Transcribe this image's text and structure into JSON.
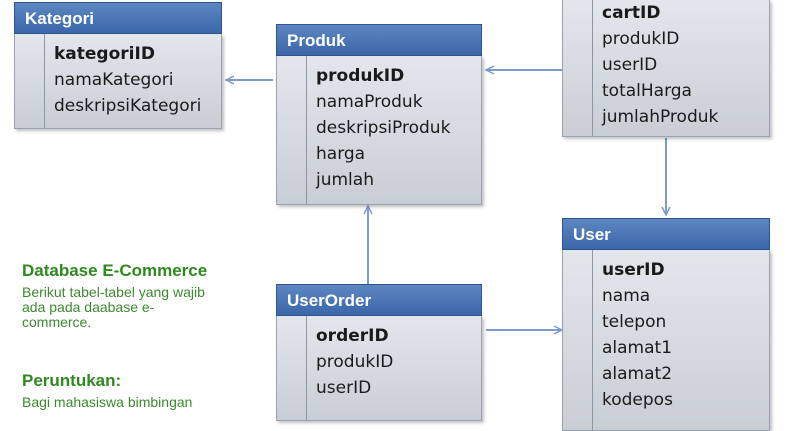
{
  "tables": {
    "kategori": {
      "title": "Kategori",
      "fields": [
        "kategoriID",
        "namaKategori",
        "deskripsiKategori"
      ]
    },
    "produk": {
      "title": "Produk",
      "fields": [
        "produkID",
        "namaProduk",
        "deskripsiProduk",
        "harga",
        "jumlah"
      ]
    },
    "cart": {
      "title": "",
      "fields": [
        "cartID",
        "produkID",
        "userID",
        "totalHarga",
        "jumlahProduk"
      ]
    },
    "user": {
      "title": "User",
      "fields": [
        "userID",
        "nama",
        "telepon",
        "alamat1",
        "alamat2",
        "kodepos"
      ]
    },
    "userorder": {
      "title": "UserOrder",
      "fields": [
        "orderID",
        "produkID",
        "userID"
      ]
    }
  },
  "notes": {
    "database": {
      "title": "Database E-Commerce",
      "text": "Berikut tabel-tabel yang wajib ada pada daabase e-commerce."
    },
    "peruntukan": {
      "title": "Peruntukan:",
      "text": "Bagi mahasiswa bimbingan"
    }
  },
  "colors": {
    "header": "#4a76b5",
    "body": "#d8dde3",
    "arrow": "#7d9ccc",
    "note": "#2e8a1f"
  }
}
